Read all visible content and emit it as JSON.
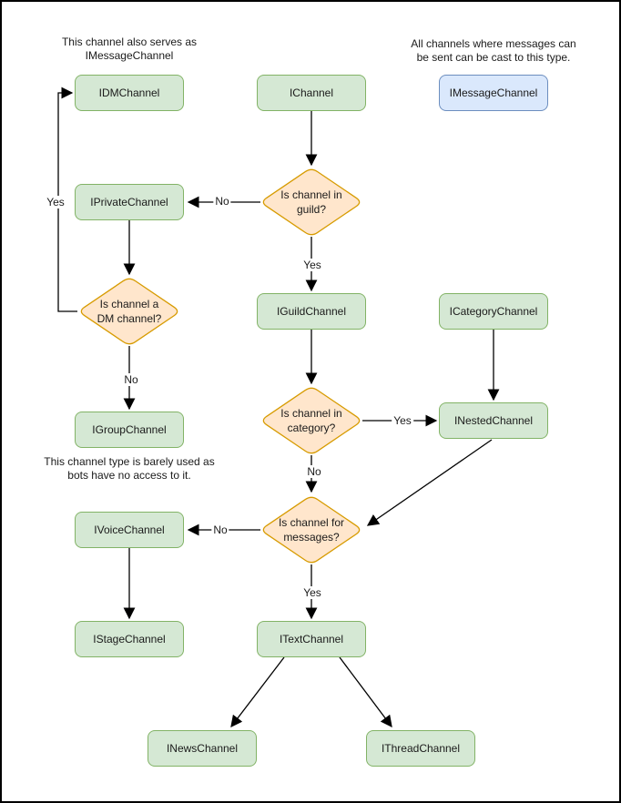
{
  "notes": {
    "dm_note": [
      "This channel also serves as",
      "IMessageChannel"
    ],
    "message_note": [
      "All channels where messages can",
      "be sent can be cast to this type."
    ],
    "group_note": [
      "This channel type is barely used as",
      "bots have no access to it."
    ]
  },
  "nodes": {
    "idm": "IDMChannel",
    "ichannel": "IChannel",
    "imessage": "IMessageChannel",
    "iprivate": "IPrivateChannel",
    "iguild": "IGuildChannel",
    "icategory": "ICategoryChannel",
    "inested": "INestedChannel",
    "igroup": "IGroupChannel",
    "ivoice": "IVoiceChannel",
    "istage": "IStageChannel",
    "itext": "ITextChannel",
    "inews": "INewsChannel",
    "ithread": "IThreadChannel"
  },
  "decisions": {
    "guild": [
      "Is channel in",
      "guild?"
    ],
    "dm": [
      "Is channel a",
      "DM channel?"
    ],
    "category": [
      "Is channel in",
      "category?"
    ],
    "messages": [
      "Is channel for",
      "messages?"
    ]
  },
  "edge_labels": {
    "guild_no": "No",
    "guild_yes": "Yes",
    "dm_yes": "Yes",
    "dm_no": "No",
    "category_yes": "Yes",
    "category_no": "No",
    "messages_no": "No",
    "messages_yes": "Yes"
  },
  "colors": {
    "node_fill": "#d5e8d4",
    "node_stroke": "#82b366",
    "decision_fill": "#ffe6cc",
    "decision_stroke": "#d79b00",
    "cast_fill": "#dae8fc",
    "cast_stroke": "#6c8ebf",
    "edge": "#000000"
  }
}
